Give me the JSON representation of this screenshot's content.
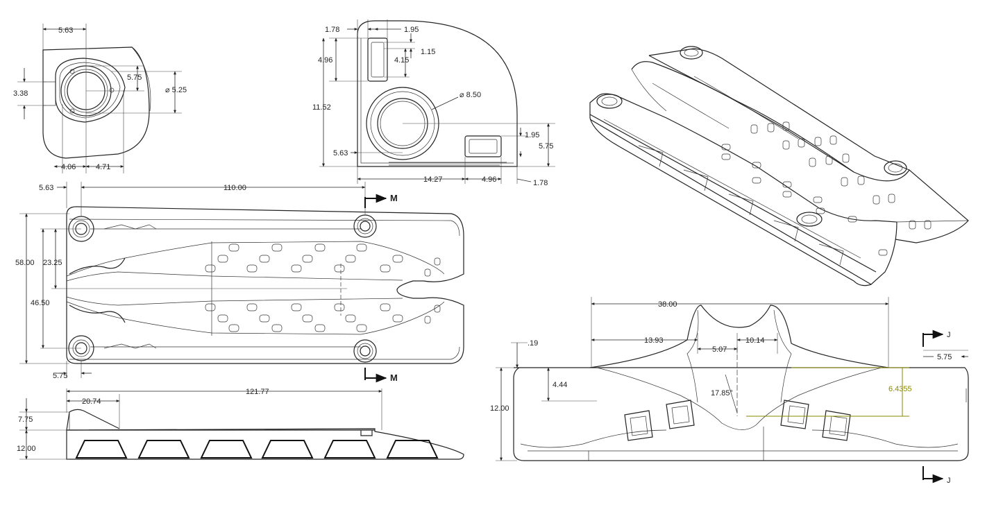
{
  "dimensions": {
    "d563_top": "5.63",
    "d575_top": "5.75",
    "d525": "⌀ 5.25",
    "d338": "3.38",
    "d406": "4.06",
    "d471": "4.71",
    "d178_top": "1.78",
    "d195_top": "1.95",
    "d115": "1.15",
    "d496_left": "4.96",
    "d415": "4.15",
    "d1152": "11.52",
    "d850": "⌀ 8.50",
    "d195_right": "1.95",
    "d575_right": "5.75",
    "d563_mid": "5.63",
    "d1427": "14.27",
    "d496_bottom": "4.96",
    "d178_bottom": "1.78",
    "d563_plan": "5.63",
    "d11000": "110.00",
    "d5800": "58.00",
    "d2325": "23.25",
    "d4650": "46.50",
    "d575_plan": "5.75",
    "d2074": "20.74",
    "d12177": "121.77",
    "d775": "7.75",
    "d1200_side": "12.00",
    "d3800": "38.00",
    "d1393": "13.93",
    "d1014": "10.14",
    "d507": "5.07",
    "d019": ".19",
    "d444": "4.44",
    "d1785": "17.85°",
    "d1200_end": "12.00",
    "d64355": "6.4355",
    "d575_end": "5.75"
  },
  "section_labels": {
    "m_top": "M",
    "m_bottom": "M",
    "j_top": "J",
    "j_bottom": "J"
  },
  "colors": {
    "line": "#222222",
    "annotation": "#8a8a00"
  }
}
